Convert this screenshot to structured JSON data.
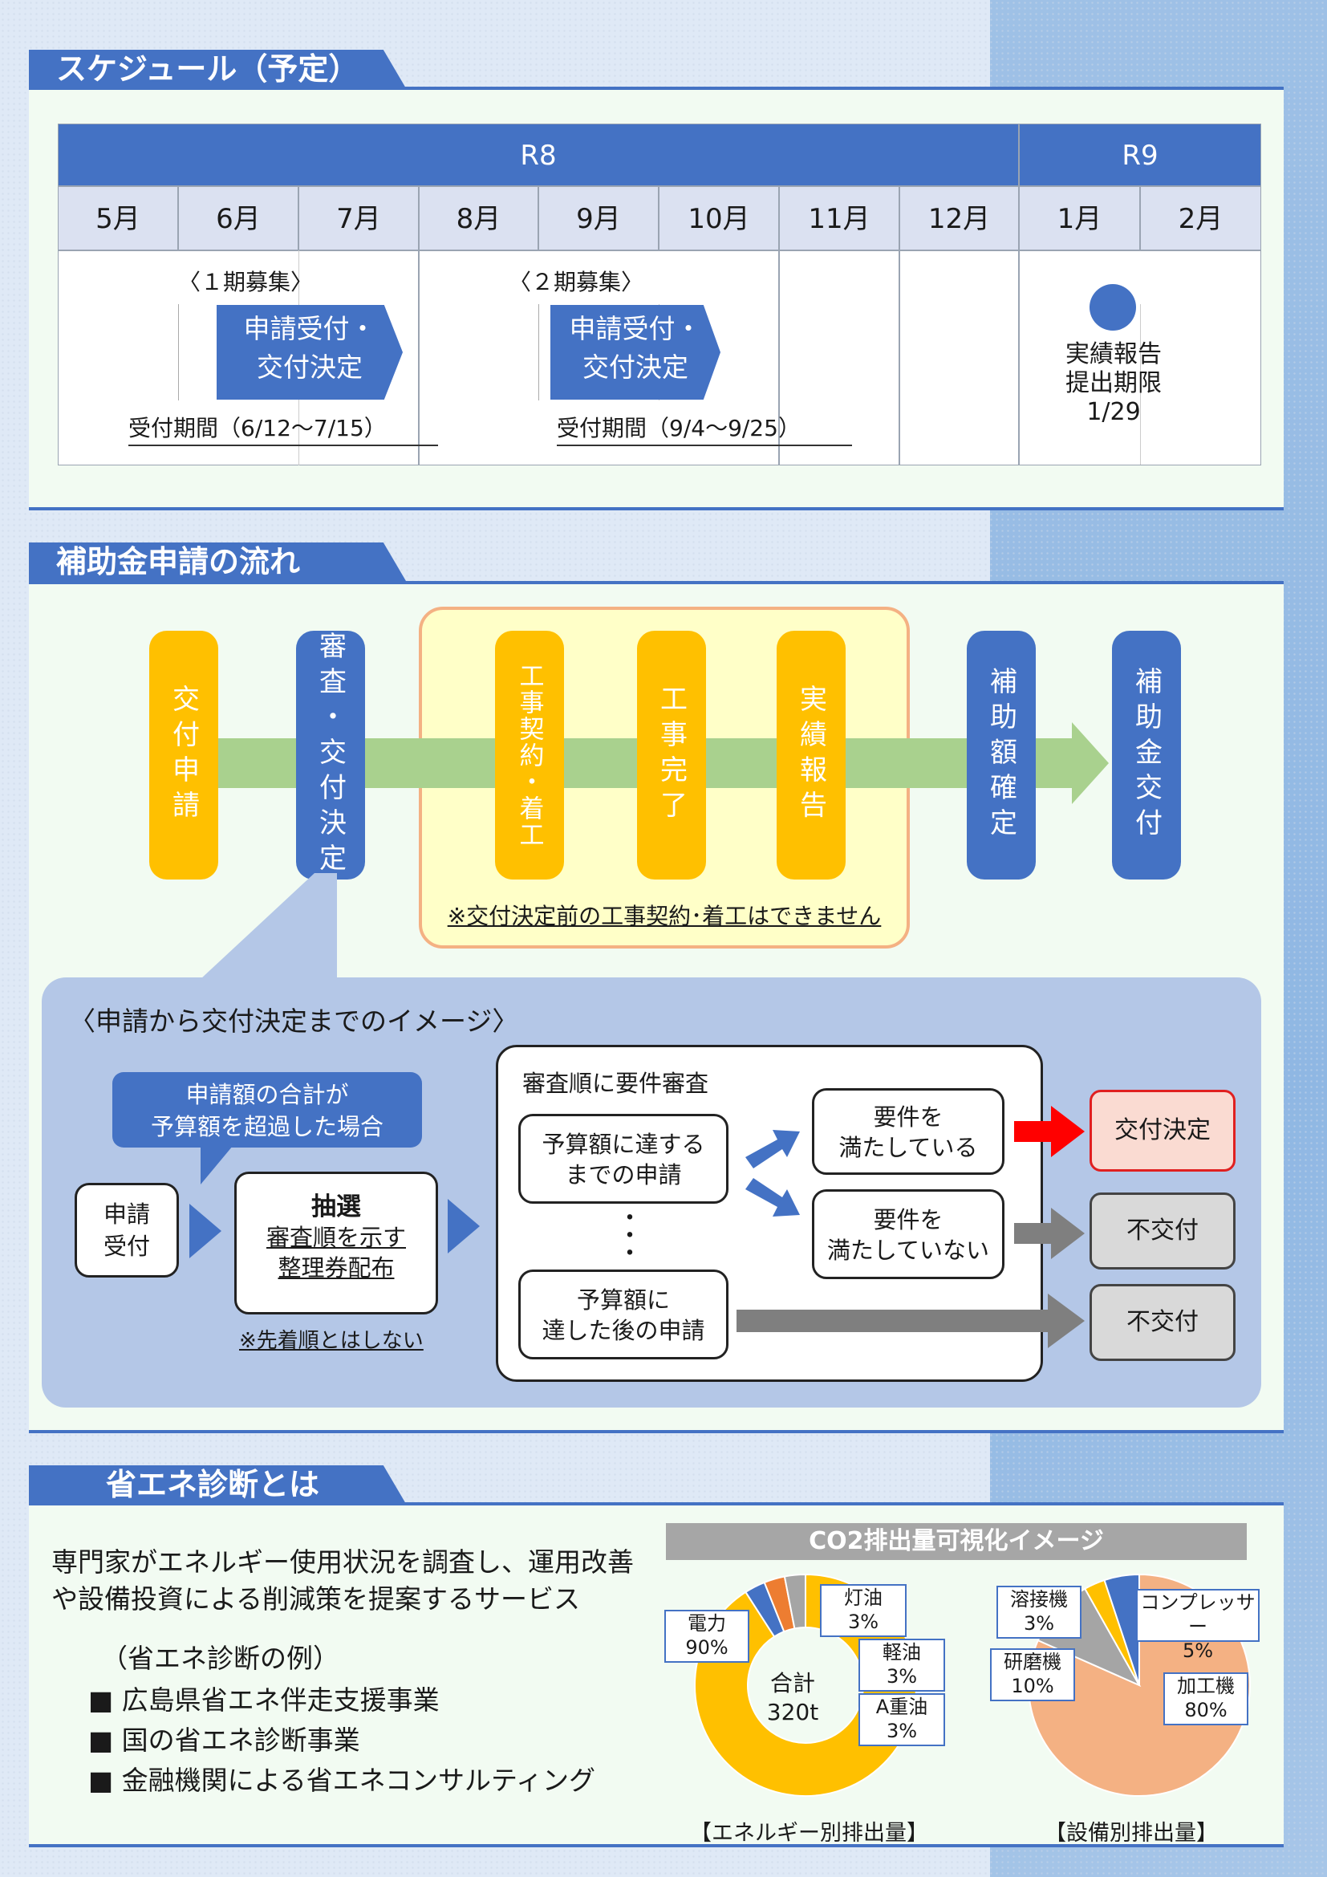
{
  "schedule": {
    "title": "スケジュール（予定）",
    "years": [
      "R8",
      "R9"
    ],
    "months": [
      "5月",
      "6月",
      "7月",
      "8月",
      "9月",
      "10月",
      "11月",
      "12月",
      "1月",
      "2月"
    ],
    "phase1": {
      "label": "〈１期募集〉",
      "box_line1": "申請受付・",
      "box_line2": "交付決定",
      "period": "受付期間（6/12～7/15）"
    },
    "phase2": {
      "label": "〈２期募集〉",
      "box_line1": "申請受付・",
      "box_line2": "交付決定",
      "period": "受付期間（9/4～9/25）"
    },
    "deadline": {
      "line1": "実績報告",
      "line2": "提出期限",
      "line3": "1/29"
    }
  },
  "flow": {
    "title": "補助金申請の流れ",
    "steps": [
      "交付申請",
      "審査・交付決定",
      "工事契約・着工",
      "工事完了",
      "実績報告",
      "補助額確定",
      "補助金交付"
    ],
    "note": "※交付決定前の工事契約･着工はできません"
  },
  "image": {
    "title": "〈申請から交付決定までのイメージ〉",
    "callout_line1": "申請額の合計が",
    "callout_line2": "予算額を超過した場合",
    "apply_line1": "申請",
    "apply_line2": "受付",
    "lottery_title": "抽選",
    "lottery_line1": "審査順を示す",
    "lottery_line2": "整理券配布",
    "lottery_note": "※先着順とはしない",
    "review_title": "審査順に要件審査",
    "before_line1": "予算額に達する",
    "before_line2": "までの申請",
    "after_line1": "予算額に",
    "after_line2": "達した後の申請",
    "ok_line1": "要件を",
    "ok_line2": "満たしている",
    "ng_line1": "要件を",
    "ng_line2": "満たしていない",
    "grant": "交付決定",
    "no_grant_1": "不交付",
    "no_grant_2": "不交付"
  },
  "diag": {
    "title": "省エネ診断とは",
    "desc_line1": "専門家がエネルギー使用状況を調査し、運用改善",
    "desc_line2": "や設備投資による削減策を提案するサービス",
    "examples_label": "（省エネ診断の例）",
    "examples": [
      "■ 広島県省エネ伴走支援事業",
      "■ 国の省エネ診断事業",
      "■ 金融機関による省エネコンサルティング"
    ],
    "chart_header": "CO2排出量可視化イメージ"
  },
  "chart_data": [
    {
      "type": "pie",
      "title": "【エネルギー別排出量】",
      "center_line1": "合計",
      "center_line2": "320t",
      "slices": [
        {
          "name": "電力",
          "value": 90,
          "label": "90%",
          "color": "#ffc000"
        },
        {
          "name": "灯油",
          "value": 3,
          "label": "3%",
          "color": "#4472c4"
        },
        {
          "name": "軽油",
          "value": 3,
          "label": "3%",
          "color": "#ed7d31"
        },
        {
          "name": "A重油",
          "value": 3,
          "label": "3%",
          "color": "#a5a5a5"
        }
      ]
    },
    {
      "type": "pie",
      "title": "【設備別排出量】",
      "slices": [
        {
          "name": "加工機",
          "value": 80,
          "label": "80%",
          "color": "#f4b183"
        },
        {
          "name": "研磨機",
          "value": 10,
          "label": "10%",
          "color": "#a5a5a5"
        },
        {
          "name": "溶接機",
          "value": 3,
          "label": "3%",
          "color": "#ffc000"
        },
        {
          "name": "コンプレッサー",
          "value": 5,
          "label": "5%",
          "color": "#4472c4"
        }
      ]
    }
  ]
}
